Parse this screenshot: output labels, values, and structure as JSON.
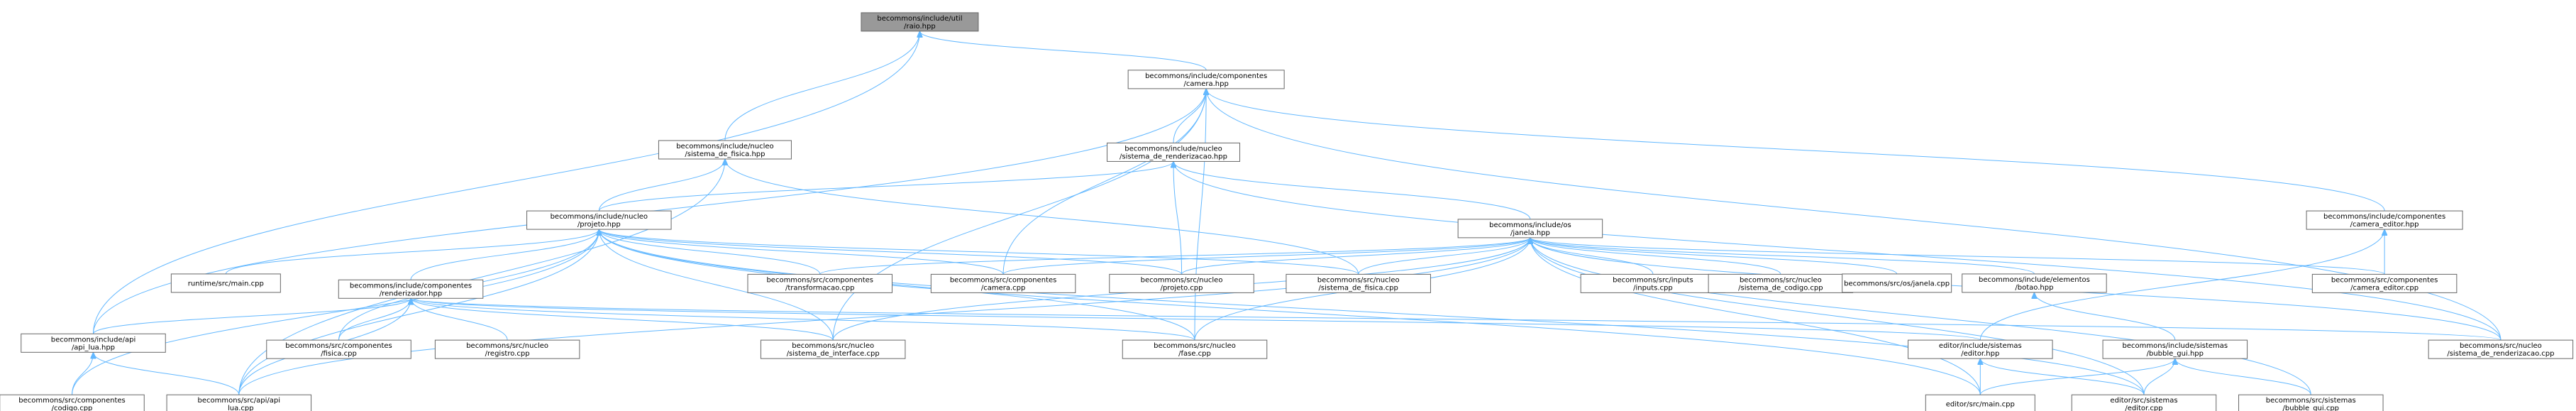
{
  "graph": {
    "nodes": [
      {
        "id": "raio",
        "lines": [
          "becommons/include/util",
          "/raio.hpp"
        ],
        "root": true
      },
      {
        "id": "camera",
        "lines": [
          "becommons/include/componentes",
          "/camera.hpp"
        ]
      },
      {
        "id": "sis_fisica_h",
        "lines": [
          "becommons/include/nucleo",
          "/sistema_de_fisica.hpp"
        ]
      },
      {
        "id": "sis_render_h",
        "lines": [
          "becommons/include/nucleo",
          "/sistema_de_renderizacao.hpp"
        ]
      },
      {
        "id": "projeto_h",
        "lines": [
          "becommons/include/nucleo",
          "/projeto.hpp"
        ]
      },
      {
        "id": "janela_h",
        "lines": [
          "becommons/include/os",
          "/janela.hpp"
        ]
      },
      {
        "id": "camera_editor_h",
        "lines": [
          "becommons/include/componentes",
          "/camera_editor.hpp"
        ]
      },
      {
        "id": "runtime_main",
        "lines": [
          "runtime/src/main.cpp"
        ]
      },
      {
        "id": "renderizador_h",
        "lines": [
          "becommons/include/componentes",
          "/renderizador.hpp"
        ]
      },
      {
        "id": "transformacao_cpp",
        "lines": [
          "becommons/src/componentes",
          "/transformacao.cpp"
        ]
      },
      {
        "id": "camera_cpp",
        "lines": [
          "becommons/src/componentes",
          "/camera.cpp"
        ]
      },
      {
        "id": "projeto_cpp",
        "lines": [
          "becommons/src/nucleo",
          "/projeto.cpp"
        ]
      },
      {
        "id": "sis_fisica_cpp",
        "lines": [
          "becommons/src/nucleo",
          "/sistema_de_fisica.cpp"
        ]
      },
      {
        "id": "inputs_cpp",
        "lines": [
          "becommons/src/inputs",
          "/inputs.cpp"
        ]
      },
      {
        "id": "sis_codigo_cpp",
        "lines": [
          "becommons/src/nucleo",
          "/sistema_de_codigo.cpp"
        ]
      },
      {
        "id": "os_janela_cpp",
        "lines": [
          "becommons/src/os/janela.cpp"
        ]
      },
      {
        "id": "botao_h",
        "lines": [
          "becommons/include/elementos",
          "/botao.hpp"
        ]
      },
      {
        "id": "camera_editor_cpp",
        "lines": [
          "becommons/src/componentes",
          "/camera_editor.cpp"
        ]
      },
      {
        "id": "api_lua_h",
        "lines": [
          "becommons/include/api",
          "/api_lua.hpp"
        ]
      },
      {
        "id": "fisica_cpp",
        "lines": [
          "becommons/src/componentes",
          "/fisica.cpp"
        ]
      },
      {
        "id": "registro_cpp",
        "lines": [
          "becommons/src/nucleo",
          "/registro.cpp"
        ]
      },
      {
        "id": "sis_interface_cpp",
        "lines": [
          "becommons/src/nucleo",
          "/sistema_de_interface.cpp"
        ]
      },
      {
        "id": "fase_cpp",
        "lines": [
          "becommons/src/nucleo",
          "/fase.cpp"
        ]
      },
      {
        "id": "editor_h",
        "lines": [
          "editor/include/sistemas",
          "/editor.hpp"
        ]
      },
      {
        "id": "bubble_gui_h",
        "lines": [
          "becommons/include/sistemas",
          "/bubble_gui.hpp"
        ]
      },
      {
        "id": "sis_render_cpp",
        "lines": [
          "becommons/src/nucleo",
          "/sistema_de_renderizacao.cpp"
        ]
      },
      {
        "id": "codigo_cpp",
        "lines": [
          "becommons/src/componentes",
          "/codigo.cpp"
        ]
      },
      {
        "id": "api_lua_cpp",
        "lines": [
          "becommons/src/api/api",
          "_lua.cpp"
        ]
      },
      {
        "id": "editor_main",
        "lines": [
          "editor/src/main.cpp"
        ]
      },
      {
        "id": "editor_cpp",
        "lines": [
          "editor/src/sistemas",
          "/editor.cpp"
        ]
      },
      {
        "id": "bubble_gui_cpp",
        "lines": [
          "becommons/src/sistemas",
          "/bubble_gui.cpp"
        ]
      }
    ],
    "edges": [
      [
        "camera",
        "raio"
      ],
      [
        "sis_fisica_h",
        "raio"
      ],
      [
        "api_lua_h",
        "raio"
      ],
      [
        "sis_render_h",
        "camera"
      ],
      [
        "camera_cpp",
        "camera"
      ],
      [
        "camera_editor_h",
        "camera"
      ],
      [
        "sis_interface_cpp",
        "camera"
      ],
      [
        "sis_render_cpp",
        "camera"
      ],
      [
        "api_lua_h",
        "camera"
      ],
      [
        "fase_cpp",
        "camera"
      ],
      [
        "projeto_h",
        "sis_fisica_h"
      ],
      [
        "sis_fisica_cpp",
        "sis_fisica_h"
      ],
      [
        "api_lua_cpp",
        "sis_fisica_h"
      ],
      [
        "projeto_h",
        "sis_render_h"
      ],
      [
        "projeto_cpp",
        "sis_render_h"
      ],
      [
        "janela_h",
        "sis_render_h"
      ],
      [
        "sis_render_cpp",
        "sis_render_h"
      ],
      [
        "runtime_main",
        "projeto_h"
      ],
      [
        "renderizador_h",
        "projeto_h"
      ],
      [
        "transformacao_cpp",
        "projeto_h"
      ],
      [
        "camera_cpp",
        "projeto_h"
      ],
      [
        "projeto_cpp",
        "projeto_h"
      ],
      [
        "sis_fisica_cpp",
        "projeto_h"
      ],
      [
        "fisica_cpp",
        "projeto_h"
      ],
      [
        "sis_interface_cpp",
        "projeto_h"
      ],
      [
        "fase_cpp",
        "projeto_h"
      ],
      [
        "codigo_cpp",
        "projeto_h"
      ],
      [
        "api_lua_cpp",
        "projeto_h"
      ],
      [
        "editor_main",
        "projeto_h"
      ],
      [
        "editor_cpp",
        "projeto_h"
      ],
      [
        "transformacao_cpp",
        "janela_h"
      ],
      [
        "camera_cpp",
        "janela_h"
      ],
      [
        "projeto_cpp",
        "janela_h"
      ],
      [
        "sis_fisica_cpp",
        "janela_h"
      ],
      [
        "inputs_cpp",
        "janela_h"
      ],
      [
        "sis_codigo_cpp",
        "janela_h"
      ],
      [
        "os_janela_cpp",
        "janela_h"
      ],
      [
        "botao_h",
        "janela_h"
      ],
      [
        "camera_editor_cpp",
        "janela_h"
      ],
      [
        "sis_interface_cpp",
        "janela_h"
      ],
      [
        "fase_cpp",
        "janela_h"
      ],
      [
        "api_lua_cpp",
        "janela_h"
      ],
      [
        "editor_main",
        "janela_h"
      ],
      [
        "editor_cpp",
        "janela_h"
      ],
      [
        "bubble_gui_cpp",
        "janela_h"
      ],
      [
        "sis_render_cpp",
        "janela_h"
      ],
      [
        "camera_editor_cpp",
        "camera_editor_h"
      ],
      [
        "editor_h",
        "camera_editor_h"
      ],
      [
        "api_lua_h",
        "renderizador_h"
      ],
      [
        "fisica_cpp",
        "renderizador_h"
      ],
      [
        "registro_cpp",
        "renderizador_h"
      ],
      [
        "sis_interface_cpp",
        "renderizador_h"
      ],
      [
        "fase_cpp",
        "renderizador_h"
      ],
      [
        "sis_render_cpp",
        "renderizador_h"
      ],
      [
        "editor_h",
        "renderizador_h"
      ],
      [
        "api_lua_cpp",
        "renderizador_h"
      ],
      [
        "bubble_gui_h",
        "botao_h"
      ],
      [
        "codigo_cpp",
        "api_lua_h"
      ],
      [
        "api_lua_cpp",
        "api_lua_h"
      ],
      [
        "editor_main",
        "editor_h"
      ],
      [
        "editor_cpp",
        "editor_h"
      ],
      [
        "editor_main",
        "bubble_gui_h"
      ],
      [
        "editor_cpp",
        "bubble_gui_h"
      ],
      [
        "bubble_gui_cpp",
        "bubble_gui_h"
      ]
    ],
    "colors": {
      "edge": "#63b8ff",
      "node_border": "#666666",
      "root_fill": "#999999",
      "node_fill": "#ffffff"
    }
  }
}
